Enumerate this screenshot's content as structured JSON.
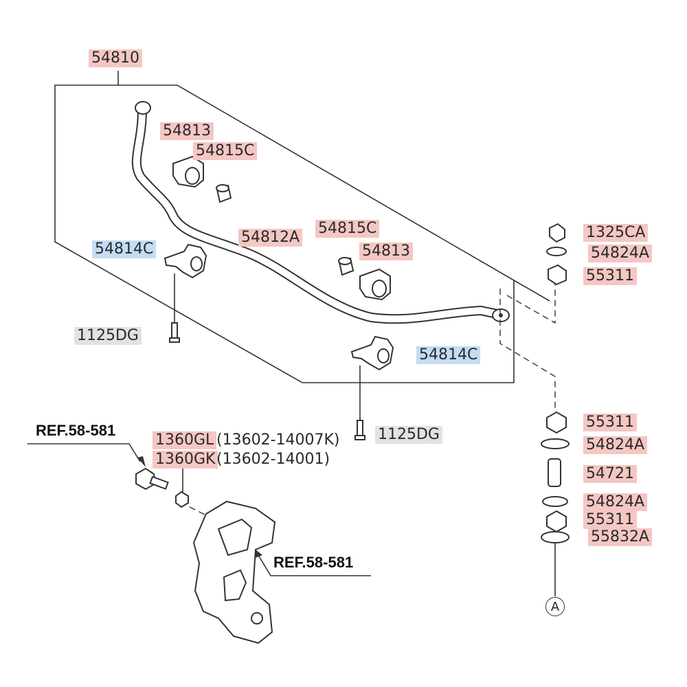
{
  "labels": {
    "stab_bar_assy": "54810",
    "bushing_left": "54813",
    "bushing_right": "54813",
    "clamp_bushing_left": "54815C",
    "clamp_bushing_right": "54815C",
    "stab_bar": "54812A",
    "bracket_left": "54814C",
    "bracket_right": "54814C",
    "bolt_left": "1125DG",
    "bolt_right": "1125DG",
    "nut_top": "1325CA",
    "washer_top": "54824A",
    "link_nut_upper": "55311",
    "link_nut_lower": "55311",
    "link_washer_a": "54824A",
    "link_sleeve": "54721",
    "link_washer_b": "54824A",
    "link_nut_bottom": "55311",
    "link_washer_bottom": "55832A",
    "caliper_bolt_a": "1360GL",
    "caliper_bolt_a_oem": "(13602-14007K)",
    "caliper_bolt_b": "1360GK",
    "caliper_bolt_b_oem": "(13602-14001)",
    "ref_top": "REF.58-581",
    "ref_bottom": "REF.58-581",
    "circle_marker": "A"
  },
  "colors": {
    "highlight_pink": "#f4c7c3",
    "highlight_blue": "#c4dcf4",
    "highlight_gray": "#e2e2e2",
    "line": "#333333"
  }
}
